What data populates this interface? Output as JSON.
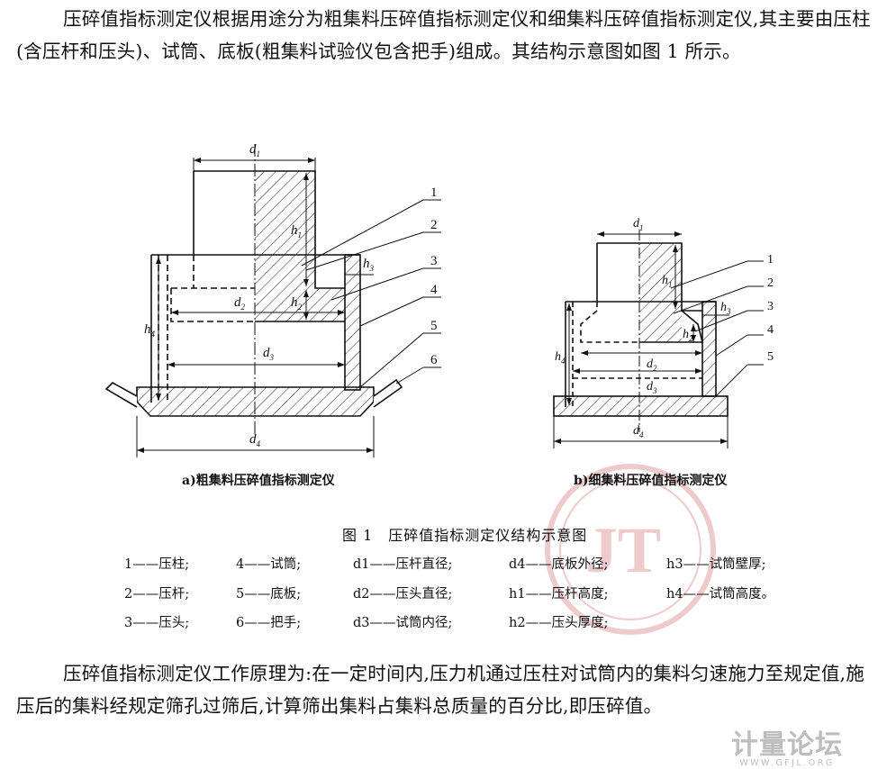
{
  "intro_paragraph": "压碎值指标测定仪根据用途分为粗集料压碎值指标测定仪和细集料压碎值指标测定仪,其主要由压柱(含压杆和压头)、试筒、底板(粗集料试验仪包含把手)组成。其结构示意图如图 1 所示。",
  "figure": {
    "labels_a": {
      "d1": "d",
      "d1s": "1",
      "d2": "d",
      "d2s": "2",
      "d3": "d",
      "d3s": "3",
      "d4": "d",
      "d4s": "4",
      "h1": "h",
      "h1s": "1",
      "h2": "h",
      "h2s": "2",
      "h3": "h",
      "h3s": "3",
      "h4": "h",
      "h4s": "4",
      "n1": "1",
      "n2": "2",
      "n3": "3",
      "n4": "4",
      "n5": "5",
      "n6": "6"
    },
    "labels_b": {
      "d1": "d",
      "d1s": "1",
      "d2": "d",
      "d2s": "2",
      "d3": "d",
      "d3s": "3",
      "d4": "d",
      "d4s": "4",
      "h1": "h",
      "h1s": "1",
      "h2": "h",
      "h2s": "2",
      "h3": "h",
      "h3s": "3",
      "h4": "h",
      "h4s": "4",
      "n1": "1",
      "n2": "2",
      "n3": "3",
      "n4": "4",
      "n5": "5"
    },
    "caption_a": "a)粗集料压碎值指标测定仪",
    "caption_b": "b)细集料压碎值指标测定仪",
    "title": "图 1　压碎值指标测定仪结构示意图",
    "legend": [
      [
        "1——压柱;",
        "4——试筒;",
        "d1——压杆直径;",
        "d4——底板外径;",
        "h3——试筒壁厚;"
      ],
      [
        "2——压杆;",
        "5——底板;",
        "d2——压头直径;",
        "h1——压杆高度;",
        "h4——试筒高度。"
      ],
      [
        "3——压头;",
        "6——把手;",
        "d3——试筒内径;",
        "h2——压头厚度;"
      ]
    ]
  },
  "principle_paragraph": "压碎值指标测定仪工作原理为:在一定时间内,压力机通过压柱对试筒内的集料匀速施力至规定值,施压后的集料经规定筛孔过筛后,计算筛出集料占集料总质量的百分比,即压碎值。",
  "watermark": {
    "title": "计量论坛",
    "url": "WWW.GFJL.ORG",
    "stamp": "JT"
  }
}
